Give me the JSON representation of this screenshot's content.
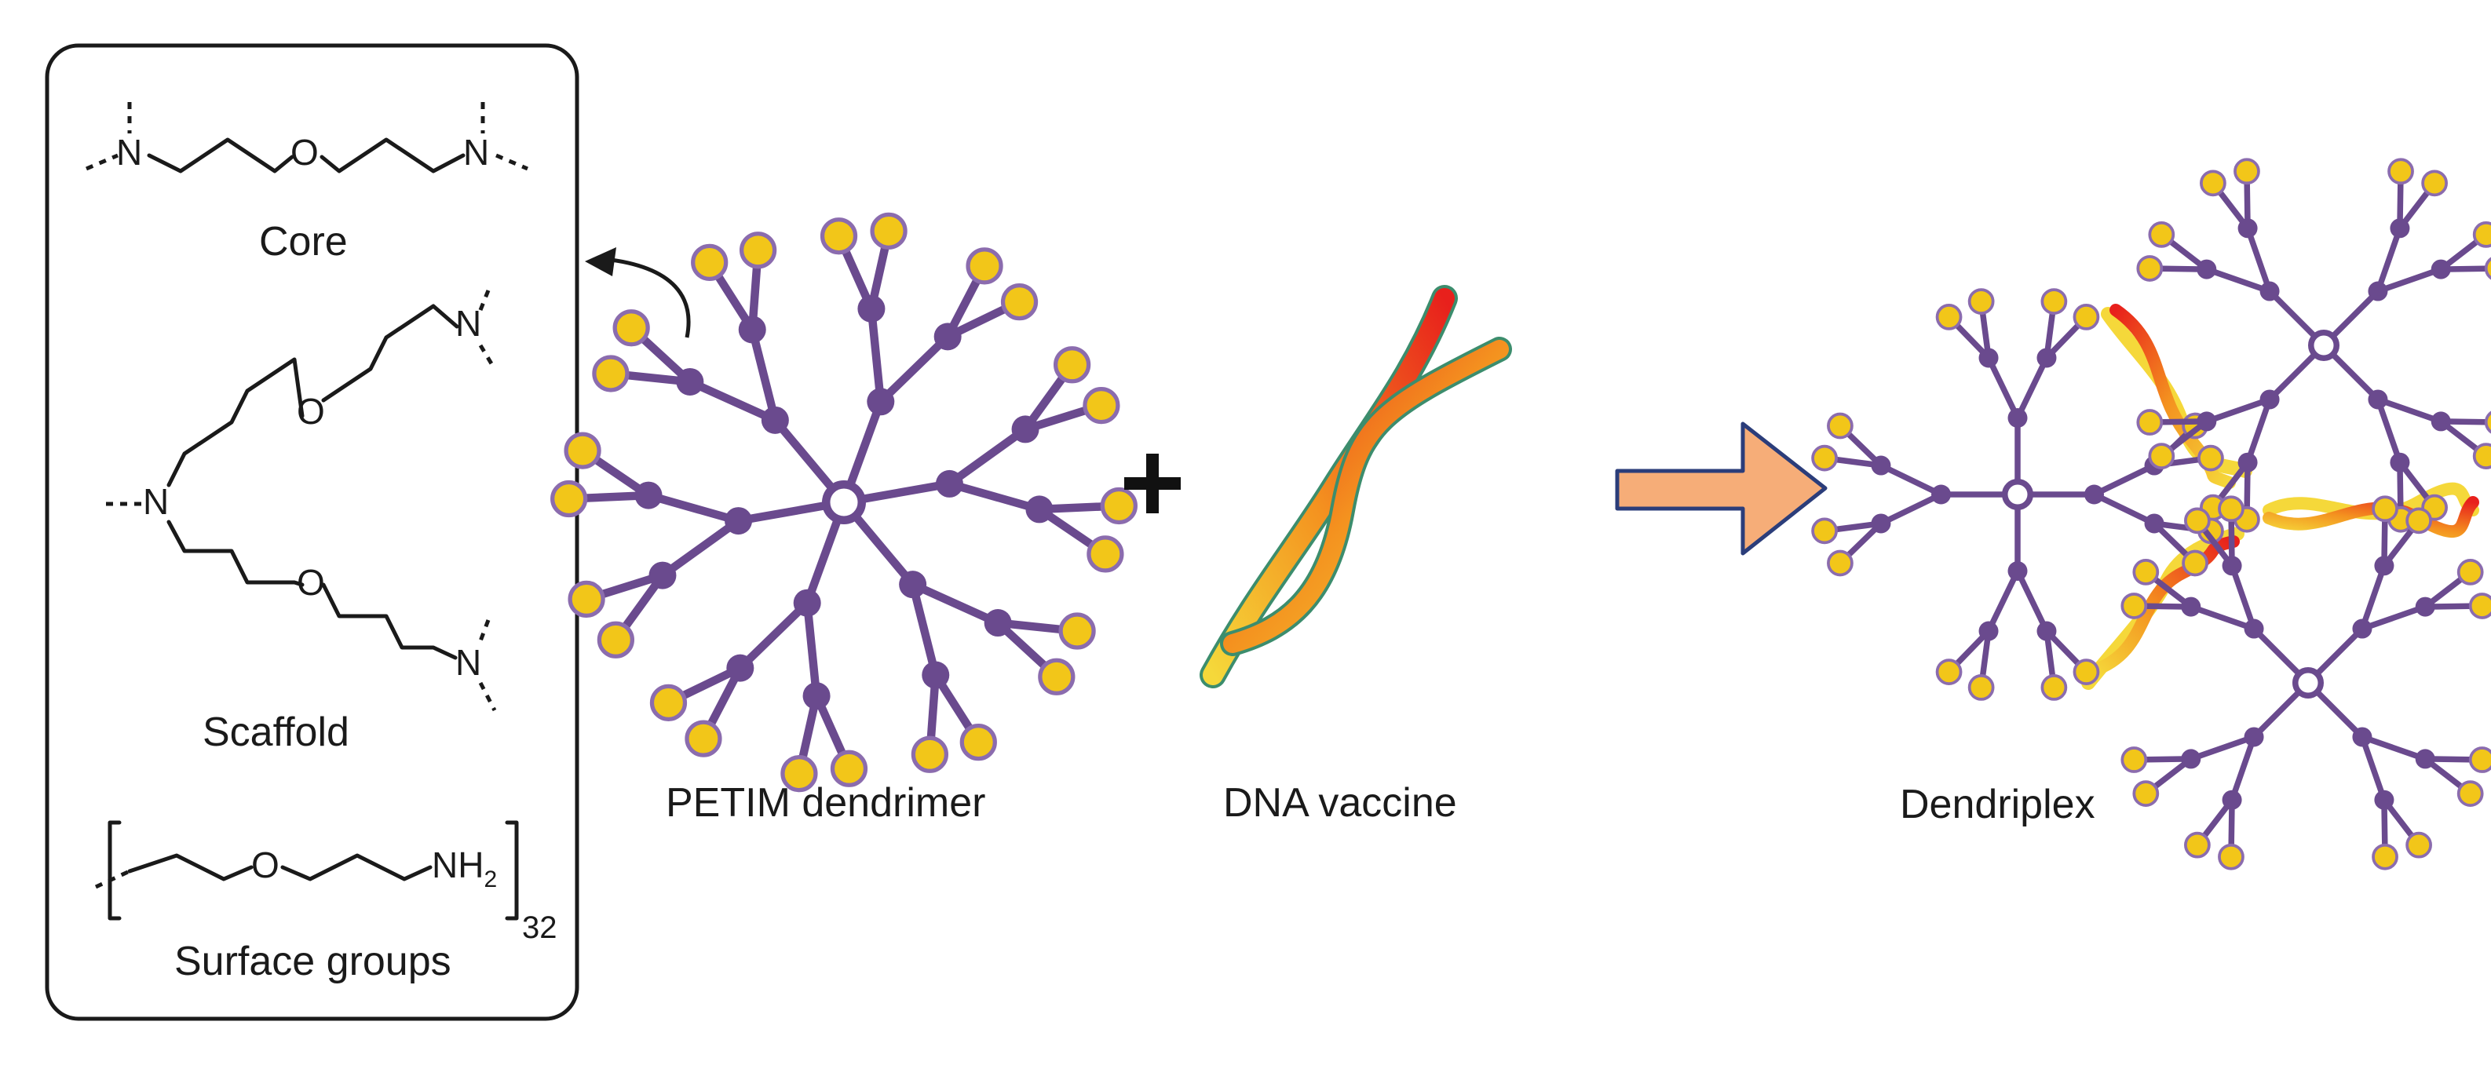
{
  "panel": {
    "core_label": "Core",
    "scaffold_label": "Scaffold",
    "surface_label": "Surface groups",
    "atoms": {
      "N": "N",
      "O": "O",
      "NH2": "NH",
      "NH2_sub": "2",
      "count": "32"
    }
  },
  "labels": {
    "dendrimer": "PETIM dendrimer",
    "dna": "DNA vaccine",
    "dendriplex": "Dendriplex",
    "plus": "+"
  },
  "colors": {
    "purple": "#6a4a8e",
    "yellow_fill": "#f2c619",
    "yellow_edge": "#8b6cae",
    "arrow_fill": "#f6ad78",
    "arrow_edge": "#2b3d7a",
    "dna_red": "#e8201c",
    "dna_orange": "#f4921f",
    "dna_yellow": "#f5d83a",
    "dna_green": "#3c8d6d"
  },
  "icons": {
    "curved_arrow": "curved-arrow-icon",
    "reaction_arrow": "block-arrow-icon",
    "plus": "plus-icon"
  }
}
